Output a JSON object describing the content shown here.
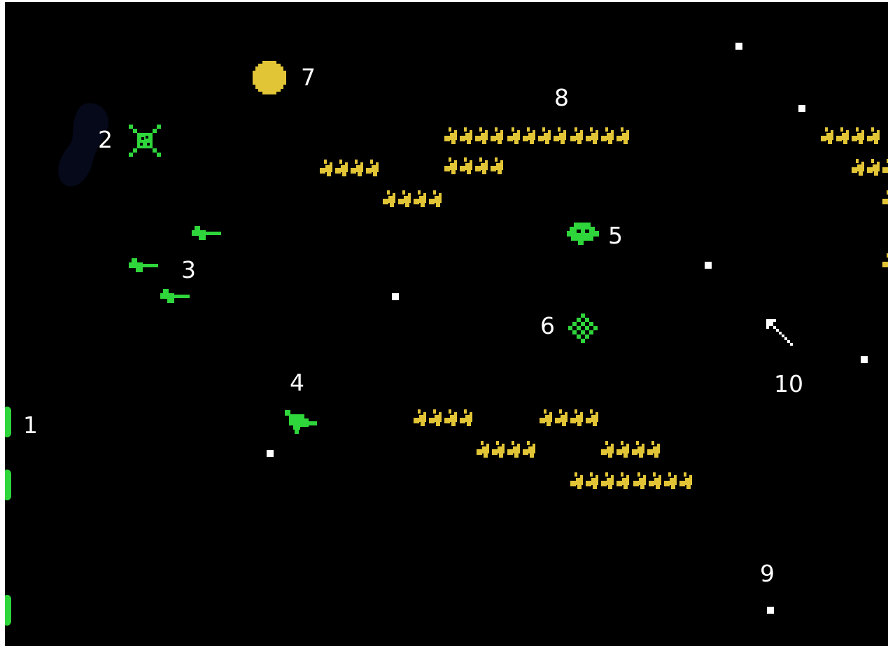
{
  "scene": {
    "background_color": "#000000",
    "player_color": "#2fd63b",
    "enemy_color": "#e2c536",
    "star_color": "#ffffff",
    "label_color": "#ffffff",
    "labels": [
      "1",
      "2",
      "3",
      "4",
      "5",
      "6",
      "7",
      "8",
      "9",
      "10"
    ]
  },
  "objects": [
    {
      "label": "1",
      "kind": "green-base-markers"
    },
    {
      "label": "2",
      "kind": "green-x-ship"
    },
    {
      "label": "3",
      "kind": "green-fighter-squadron"
    },
    {
      "label": "4",
      "kind": "green-lander"
    },
    {
      "label": "5",
      "kind": "green-saucer"
    },
    {
      "label": "6",
      "kind": "green-checker-mine"
    },
    {
      "label": "7",
      "kind": "yellow-planet"
    },
    {
      "label": "8",
      "kind": "yellow-enemy-swarm"
    },
    {
      "label": "9",
      "kind": "white-star"
    },
    {
      "label": "10",
      "kind": "white-arrow-cursor"
    }
  ]
}
